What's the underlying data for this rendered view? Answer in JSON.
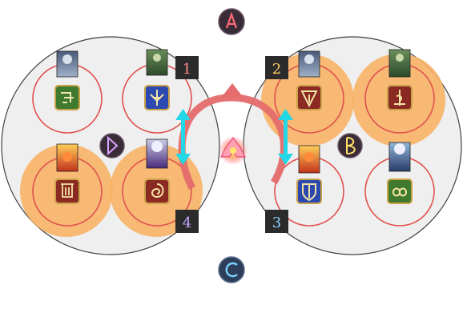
{
  "markers": {
    "a_glyph": "A",
    "b_glyph": "B",
    "c_glyph": "C",
    "d_glyph": "D"
  },
  "waymarks": {
    "one": "1",
    "two": "2",
    "three": "3",
    "four": "4"
  },
  "colors": {
    "arena_fill": "#efefef",
    "arena_stroke": "#404040",
    "ring_stroke": "#e0524e",
    "safe_zone": "#f7b266",
    "arrow_cyan": "#22d8e6",
    "arrow_arc": "#e56c6c",
    "icon_green": "#3f7a2e",
    "icon_blue": "#2c49b0",
    "icon_red": "#8a2a22",
    "icon_frame": "#c9a24a",
    "marker_bg": "#3a2c36",
    "tag_bg": "#2b2b2b"
  },
  "icons": [
    "paladin-like-tank-icon",
    "warrior-like-tank-icon",
    "scholar-like-healer-icon",
    "sage-like-healer-icon",
    "monk-like-melee-icon",
    "dragoon-like-melee-icon",
    "bard-like-ranged-icon",
    "blackmage-like-caster-icon"
  ]
}
